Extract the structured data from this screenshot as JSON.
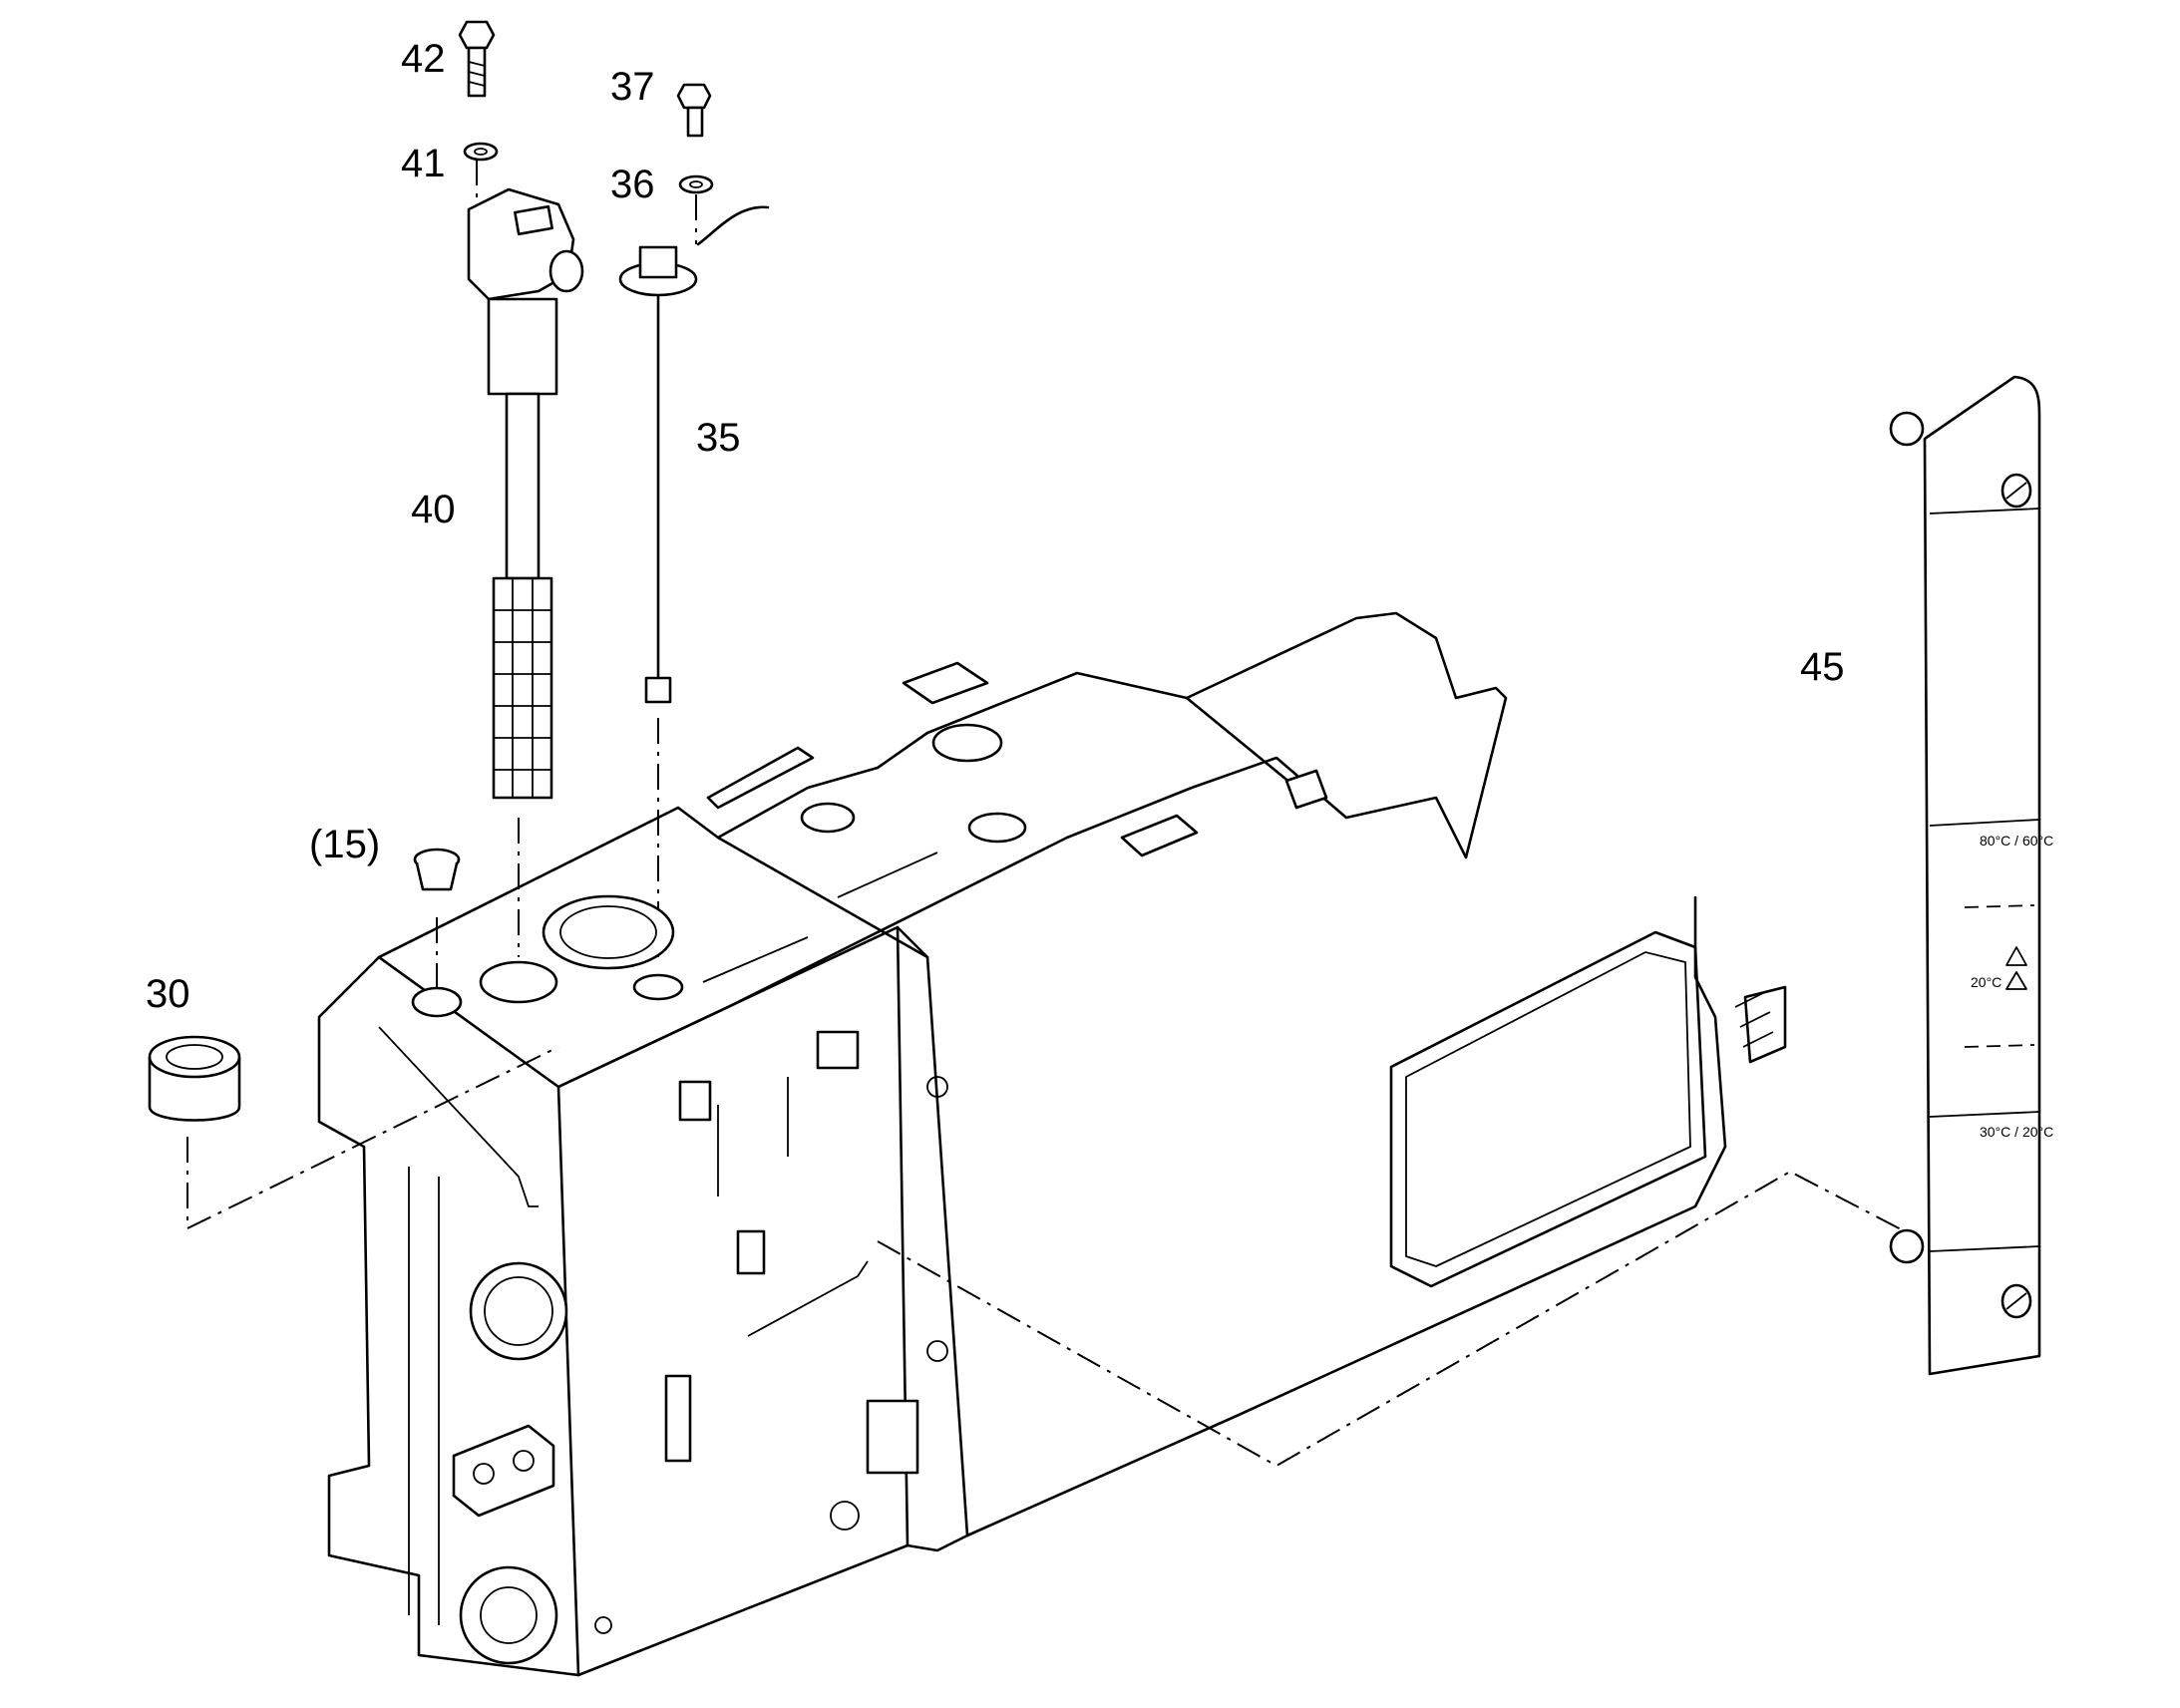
{
  "callouts": {
    "c42": "42",
    "c41": "41",
    "c37": "37",
    "c36": "36",
    "c35": "35",
    "c40": "40",
    "c45": "45",
    "c15": "(15)",
    "c30": "30"
  },
  "gauge": {
    "mark_top": "80°C / 60°C",
    "mark_mid": "20°C",
    "mark_bottom": "30°C / 20°C"
  },
  "colors": {
    "line": "#000000",
    "background": "#ffffff"
  }
}
